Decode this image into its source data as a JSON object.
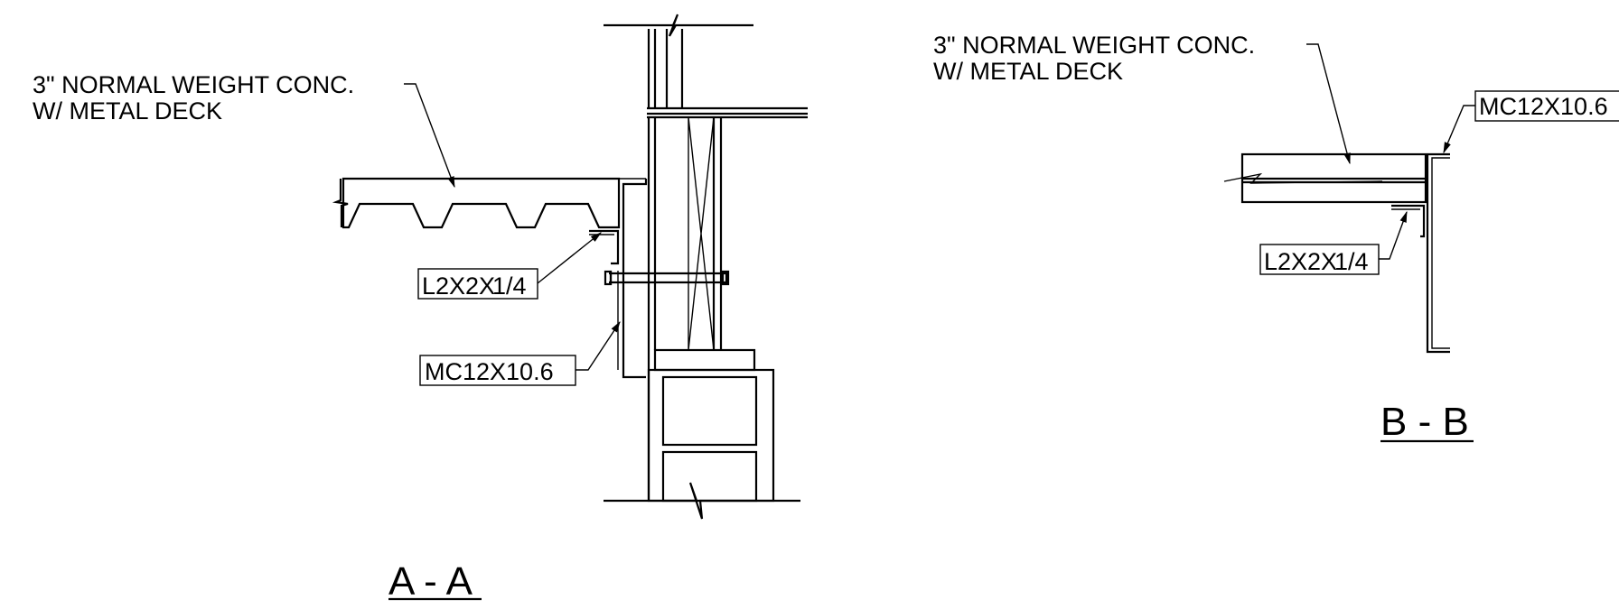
{
  "sections": [
    {
      "title": "A - A",
      "slab_note_line1": "3\" NORMAL WEIGHT CONC.",
      "slab_note_line2": "W/ METAL DECK",
      "angle_label": "L2X2X",
      "angle_fraction": "1/4",
      "channel_label": "MC12X10.6"
    },
    {
      "title": "B - B",
      "slab_note_line1": "3\" NORMAL WEIGHT CONC.",
      "slab_note_line2": "W/ METAL DECK",
      "angle_label": "L2X2X",
      "angle_fraction": "1/4",
      "channel_label": "MC12X10.6"
    }
  ],
  "colors": {
    "line": "#000000",
    "concrete": "#e2e2e2",
    "background": "#ffffff"
  }
}
